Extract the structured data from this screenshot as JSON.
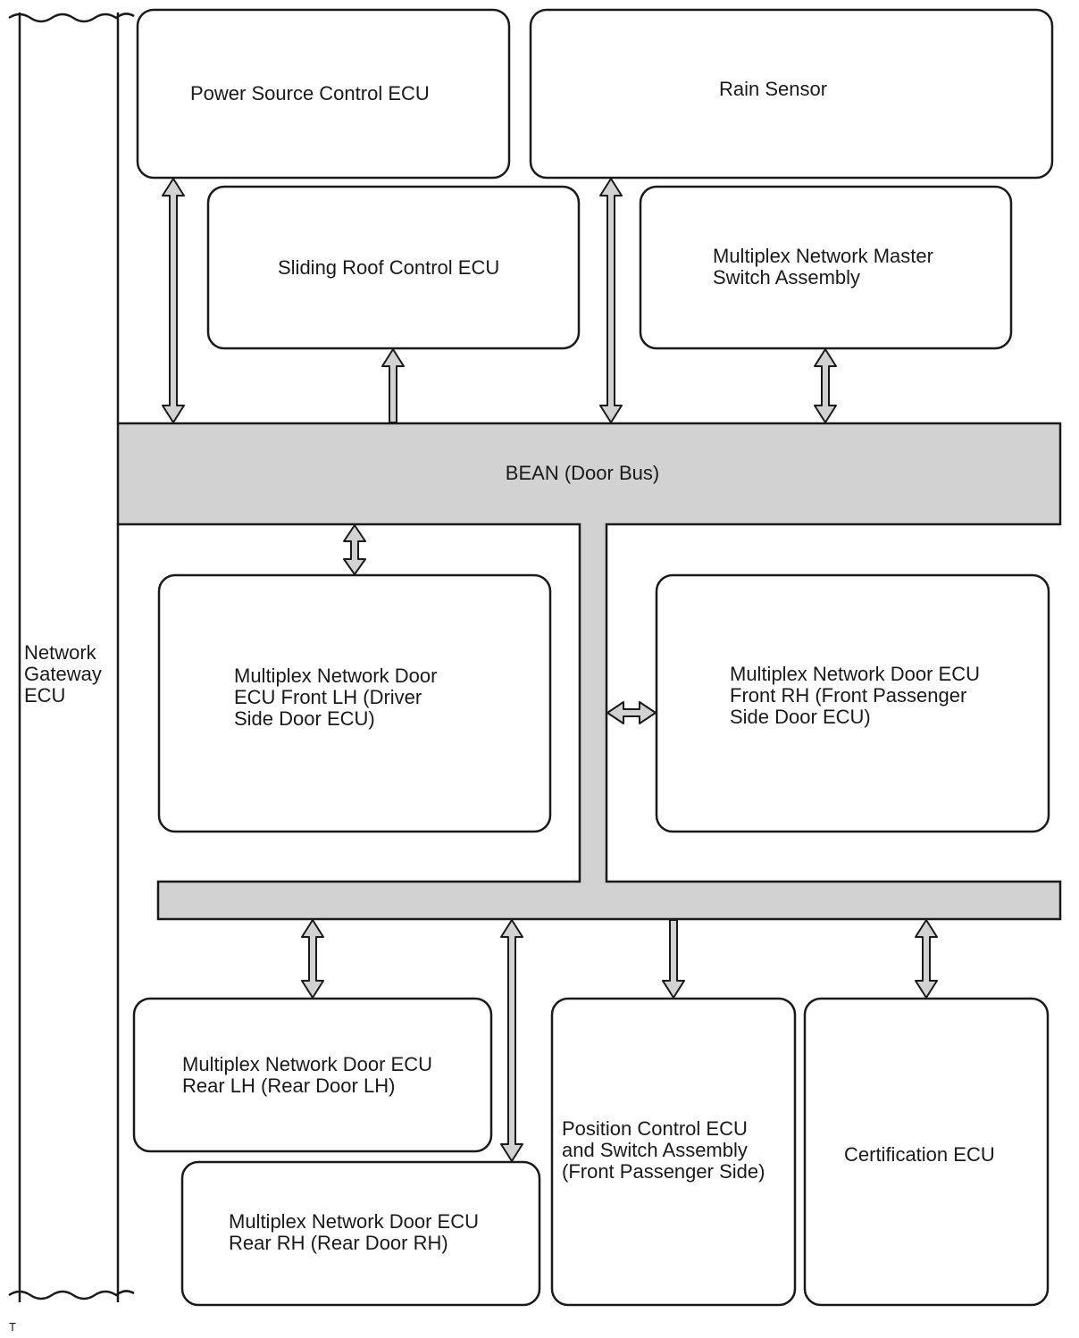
{
  "gateway": {
    "lines": [
      "Network",
      "Gateway",
      "ECU"
    ]
  },
  "bus": {
    "label": "BEAN (Door Bus)"
  },
  "nodes": {
    "power_source": {
      "lines": [
        "Power Source Control ECU"
      ]
    },
    "rain_sensor": {
      "lines": [
        "Rain Sensor"
      ]
    },
    "sliding_roof": {
      "lines": [
        "Sliding Roof Control ECU"
      ]
    },
    "master_switch": {
      "lines": [
        "Multiplex Network Master",
        "Switch Assembly"
      ]
    },
    "door_front_lh": {
      "lines": [
        "Multiplex Network Door",
        "ECU Front LH (Driver",
        "Side Door ECU)"
      ]
    },
    "door_front_rh": {
      "lines": [
        "Multiplex Network Door ECU",
        "Front RH (Front Passenger",
        "Side Door ECU)"
      ]
    },
    "door_rear_lh": {
      "lines": [
        "Multiplex Network Door ECU",
        "Rear LH (Rear Door LH)"
      ]
    },
    "door_rear_rh": {
      "lines": [
        "Multiplex Network Door ECU",
        "Rear RH (Rear Door RH)"
      ]
    },
    "position_control": {
      "lines": [
        "Position Control ECU",
        "and Switch Assembly",
        "(Front Passenger Side)"
      ]
    },
    "certification": {
      "lines": [
        "Certification ECU"
      ]
    }
  },
  "footer": {
    "mark": "T"
  },
  "colors": {
    "bus_fill": "#d2d2d2",
    "stroke": "#1a1a1a",
    "background": "#ffffff"
  }
}
